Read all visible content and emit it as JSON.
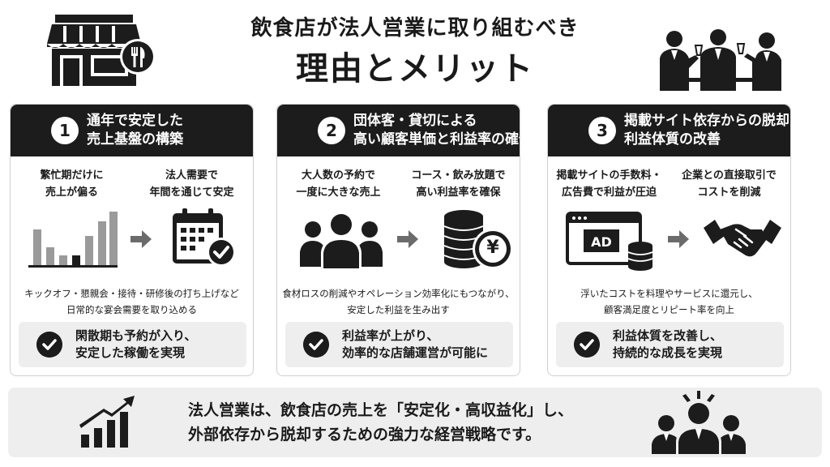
{
  "header": {
    "title_line1": "飲食店が法人営業に取り組むべき",
    "title_line2": "理由とメリット"
  },
  "cards": [
    {
      "number": "1",
      "heading_line1": "通年で安定した",
      "heading_line2": "売上基盤の構築",
      "left_text_line1": "繁忙期だけに",
      "left_text_line2": "売上が偏る",
      "right_text_line1": "法人需要で",
      "right_text_line2": "年間を通じて安定",
      "description_line1": "キックオフ・懇親会・接待・研修後の打ち上げなど",
      "description_line2": "日常的な宴会需要を取り込める",
      "benefit_line1": "閑散期も予約が入り、",
      "benefit_line2": "安定した稼働を実現"
    },
    {
      "number": "2",
      "heading_line1": "団体客・貸切による",
      "heading_line2": "高い顧客単価と利益率の確保",
      "left_text_line1": "大人数の予約で",
      "left_text_line2": "一度に大きな売上",
      "right_text_line1": "コース・飲み放題で",
      "right_text_line2": "高い利益率を確保",
      "description_line1": "食材ロスの削減やオペレーション効率化にもつながり、",
      "description_line2": "安定した利益を生み出す",
      "benefit_line1": "利益率が上がり、",
      "benefit_line2": "効率的な店舗運営が可能に",
      "yen_symbol": "¥"
    },
    {
      "number": "3",
      "heading_line1": "掲載サイト依存からの脱却と",
      "heading_line2": "利益体質の改善",
      "left_text_line1": "掲載サイトの手数料・",
      "left_text_line2": "広告費で利益が圧迫",
      "right_text_line1": "企業との直接取引で",
      "right_text_line2": "コストを削減",
      "description_line1": "浮いたコストを料理やサービスに還元し、",
      "description_line2": "顧客満足度とリピート率を向上",
      "benefit_line1": "利益体質を改善し、",
      "benefit_line2": "持続的な成長を実現",
      "ad_label": "AD"
    }
  ],
  "bottom": {
    "line1": "法人営業は、飲食店の売上を「安定化・高収益化」し、",
    "line2": "外部依存から脱却するための強力な経営戦略です。"
  },
  "colors": {
    "dark": "#1c1c1c",
    "panel": "#eeeeee",
    "border": "#cfcfcf",
    "bar_gray": "#9a9a9a"
  }
}
